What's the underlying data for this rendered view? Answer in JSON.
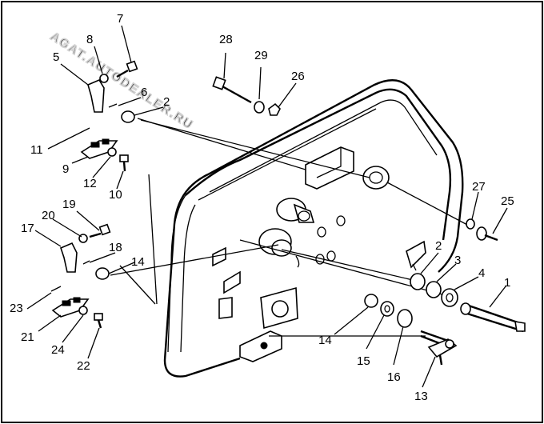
{
  "watermark": "AGAT.AUTODEALER.RU",
  "callouts": [
    {
      "id": "1",
      "label": "1"
    },
    {
      "id": "2",
      "label": "2"
    },
    {
      "id": "2b",
      "label": "2"
    },
    {
      "id": "3",
      "label": "3"
    },
    {
      "id": "4",
      "label": "4"
    },
    {
      "id": "5",
      "label": "5"
    },
    {
      "id": "6",
      "label": "6"
    },
    {
      "id": "7",
      "label": "7"
    },
    {
      "id": "8",
      "label": "8"
    },
    {
      "id": "9",
      "label": "9"
    },
    {
      "id": "10",
      "label": "10"
    },
    {
      "id": "11",
      "label": "11"
    },
    {
      "id": "12",
      "label": "12"
    },
    {
      "id": "13",
      "label": "13"
    },
    {
      "id": "14",
      "label": "14"
    },
    {
      "id": "14b",
      "label": "14"
    },
    {
      "id": "15",
      "label": "15"
    },
    {
      "id": "16",
      "label": "16"
    },
    {
      "id": "17",
      "label": "17"
    },
    {
      "id": "18",
      "label": "18"
    },
    {
      "id": "19",
      "label": "19"
    },
    {
      "id": "20",
      "label": "20"
    },
    {
      "id": "21",
      "label": "21"
    },
    {
      "id": "22",
      "label": "22"
    },
    {
      "id": "23",
      "label": "23"
    },
    {
      "id": "24",
      "label": "24"
    },
    {
      "id": "25",
      "label": "25"
    },
    {
      "id": "26",
      "label": "26"
    },
    {
      "id": "27",
      "label": "27"
    },
    {
      "id": "28",
      "label": "28"
    },
    {
      "id": "29",
      "label": "29"
    }
  ]
}
